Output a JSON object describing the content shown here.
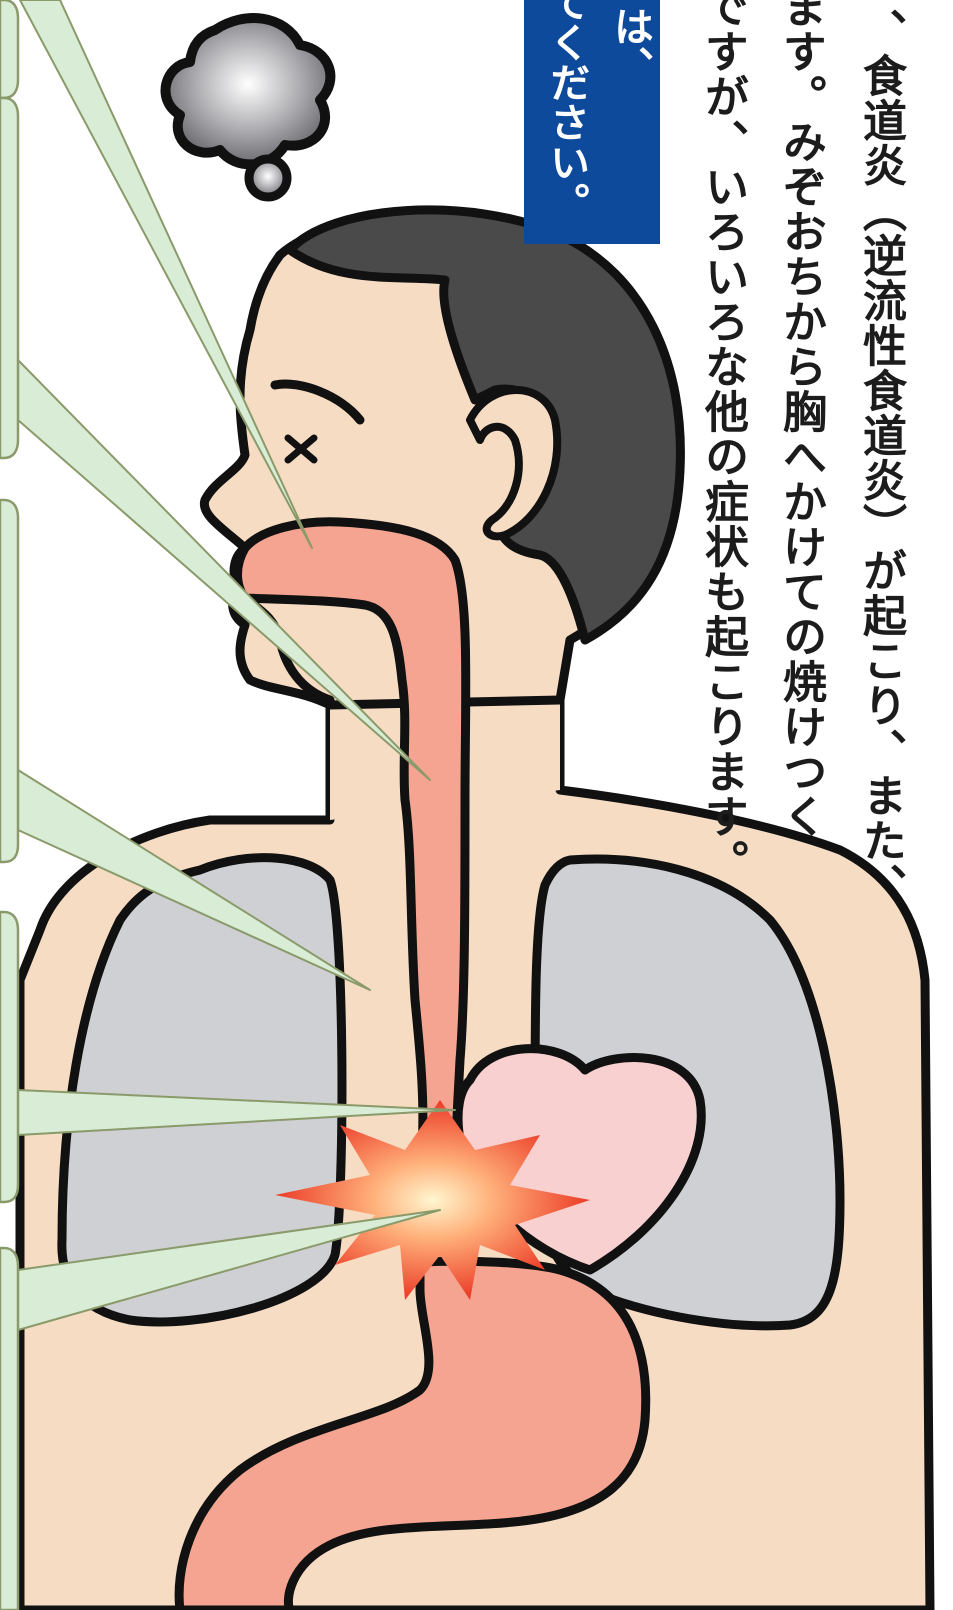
{
  "body_text": {
    "line1": "、食道炎（逆流性食道炎）が起こり、また、",
    "line2": "ます。みぞおちから胸へかけての焼けつく",
    "line3": "ですが、いろいろな他の症状も起こります。"
  },
  "banner": {
    "line1": "は、",
    "line2": "てください。"
  },
  "colors": {
    "skin": "#f7dcc4",
    "hair": "#4a4a4a",
    "esophagus": "#f4a490",
    "lung": "#cfd0d3",
    "heart": "#f8d0d0",
    "stomach": "#f4a490",
    "callout": "#d8ecd6",
    "banner": "#0e4a9c",
    "burst": "#ee4420"
  }
}
